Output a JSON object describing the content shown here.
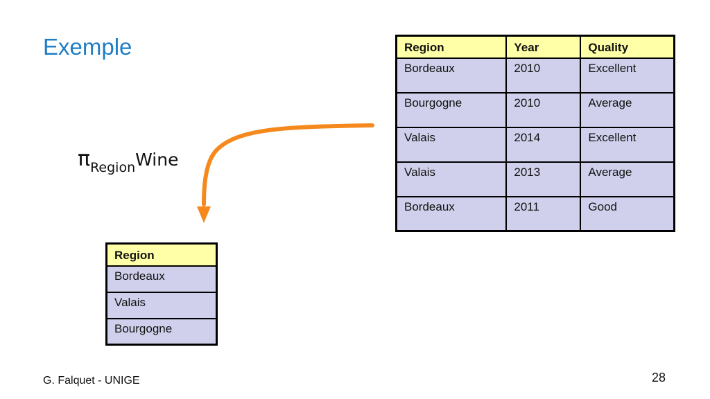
{
  "slide": {
    "title": "Exemple",
    "footer": "G. Falquet - UNIGE",
    "page_number": "28"
  },
  "formula": {
    "operator": "π",
    "subscript": "Region",
    "relation": "Wine"
  },
  "source_table": {
    "headers": [
      "Region",
      "Year",
      "Quality"
    ],
    "rows": [
      [
        "Bordeaux",
        "2010",
        "Excellent"
      ],
      [
        "Bourgogne",
        "2010",
        "Average"
      ],
      [
        "Valais",
        "2014",
        "Excellent"
      ],
      [
        "Valais",
        "2013",
        "Average"
      ],
      [
        "Bordeaux",
        "2011",
        "Good"
      ]
    ]
  },
  "result_table": {
    "headers": [
      "Region"
    ],
    "rows": [
      [
        "Bordeaux"
      ],
      [
        "Valais"
      ],
      [
        "Bourgogne"
      ]
    ]
  },
  "colors": {
    "title": "#1f7dc4",
    "header_bg": "#ffffa8",
    "cell_bg": "#d0d0ec",
    "arrow": "#f5891e"
  }
}
